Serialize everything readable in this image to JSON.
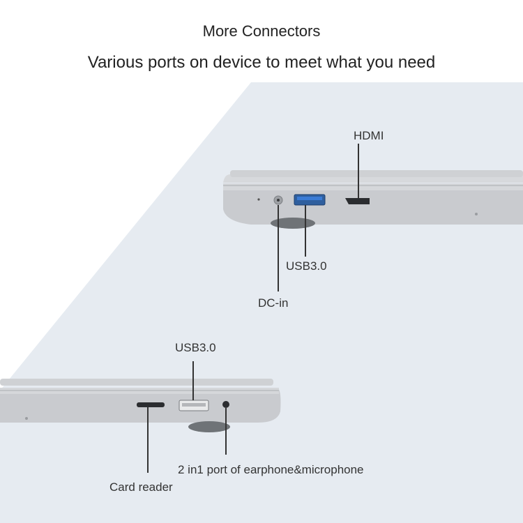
{
  "header": {
    "title": "More Connectors",
    "subtitle": "Various ports on device to meet what you need"
  },
  "right_side_labels": {
    "hdmi": "HDMI",
    "usb": "USB3.0",
    "dc_in": "DC-in"
  },
  "left_side_labels": {
    "usb": "USB3.0",
    "audio": "2 in1 port of earphone&microphone",
    "card_reader": "Card reader"
  },
  "colors": {
    "background_band": "#e6ebf1",
    "laptop_body": "#c9cbcf",
    "usb_port_blue": "#3a7bd5",
    "callout_line": "#333333"
  }
}
